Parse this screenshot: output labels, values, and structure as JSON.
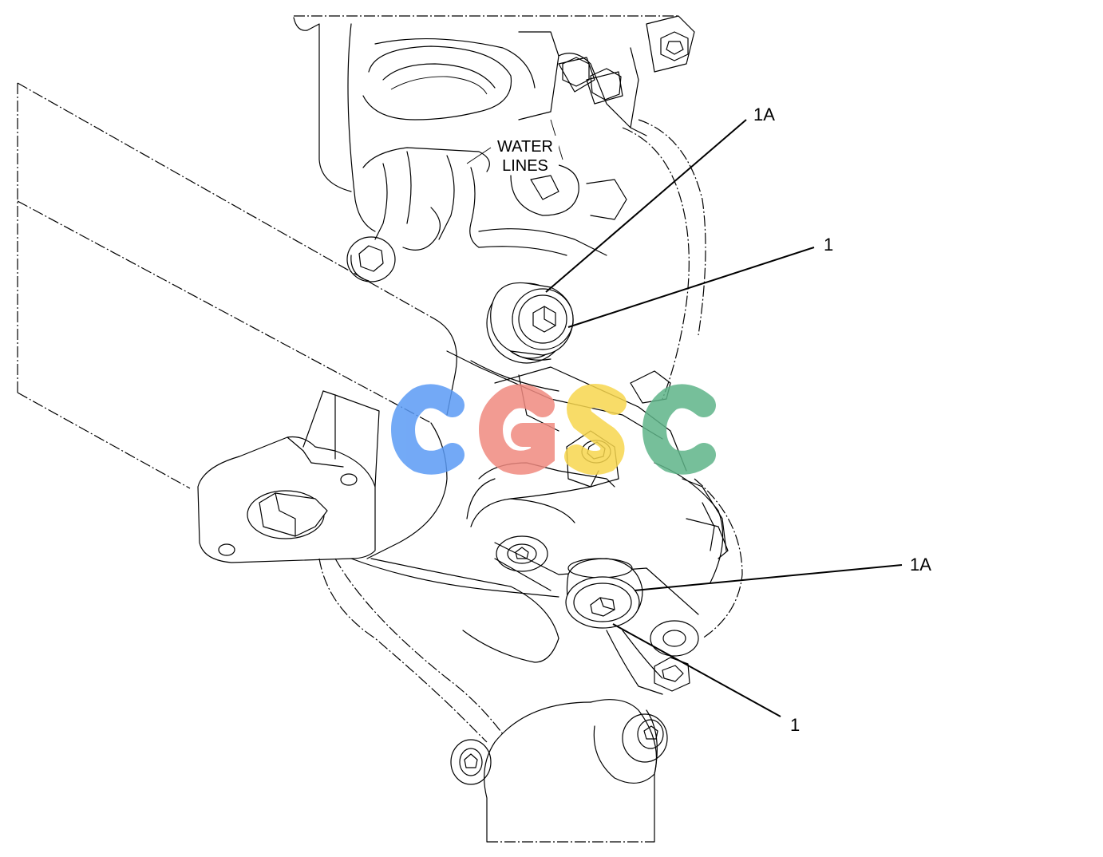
{
  "callouts": {
    "top_1a": "1A",
    "top_1": "1",
    "bottom_1a": "1A",
    "bottom_1": "1"
  },
  "annotation": {
    "water_lines_line1": "WATER",
    "water_lines_line2": "LINES"
  },
  "watermark": {
    "letters": [
      "C",
      "G",
      "S",
      "C"
    ],
    "colors": [
      "#5b9bf5",
      "#f08a80",
      "#f7d64e",
      "#5fb489"
    ]
  }
}
